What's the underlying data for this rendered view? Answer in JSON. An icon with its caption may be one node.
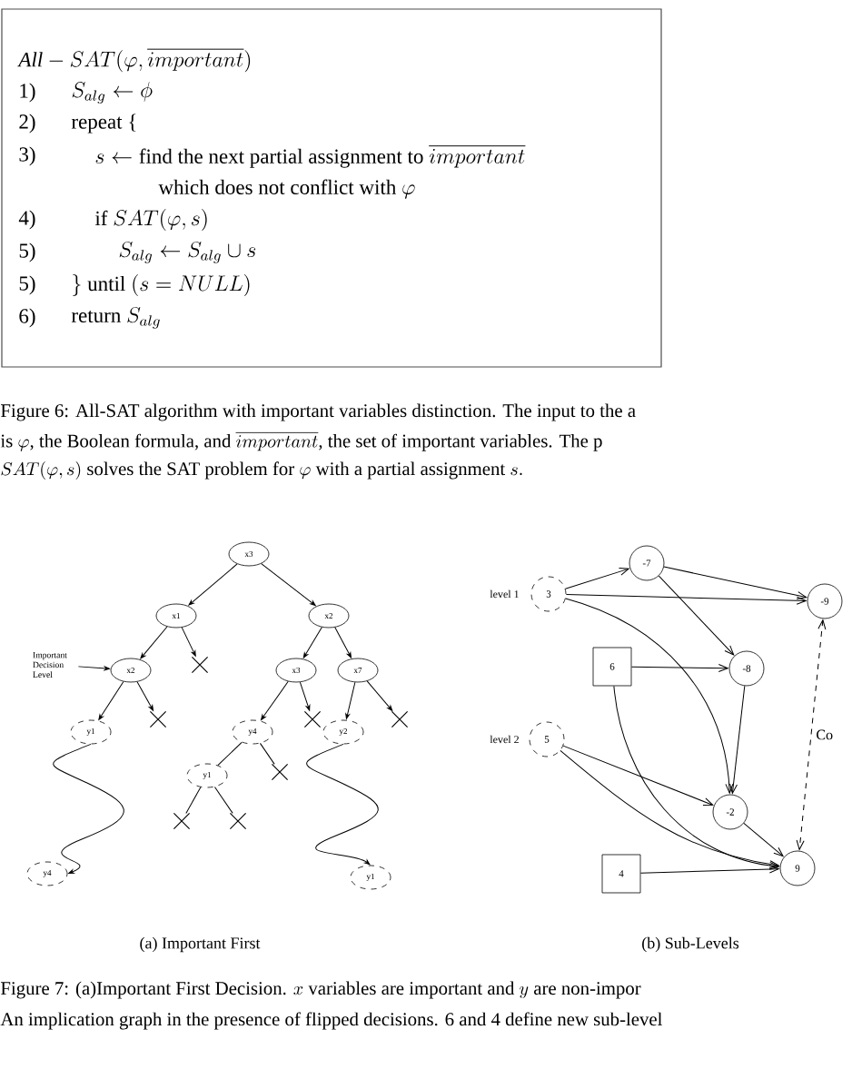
{
  "diagram": {
    "nodes": [
      {
        "text": [
          "x3"
        ]
      },
      {
        "text": [
          "x1"
        ]
      },
      {
        "text": [
          "x2"
        ]
      },
      {
        "text": [
          "Important Decision Level"
        ]
      },
      {
        "text": [
          "x2"
        ]
      },
      {
        "text": [],
        "shape": "cross"
      },
      {
        "text": [
          "x3"
        ]
      },
      {
        "text": [
          "x7"
        ]
      },
      {
        "text": [
          "y1"
        ]
      },
      {
        "text": [],
        "shape": "cross"
      },
      {
        "text": [
          "y4"
        ]
      },
      {
        "text": [],
        "shape": "cross"
      },
      {
        "text": [
          "y2"
        ]
      },
      {
        "text": [],
        "shape": "cross"
      },
      {
        "text": [
          "y1"
        ]
      },
      {
        "text": [],
        "shape": "cross"
      },
      {
        "text": [],
        "shape": "cross"
      },
      {
        "text": [],
        "shape": "cross"
      },
      {
        "text": [
          "y4"
        ]
      },
      {
        "text": [
          "y1"
        ]
      },
      {
        "text": [
          "-7"
        ]
      },
      {
        "text": [
          "3"
        ]
      },
      {
        "text": [
          "-9"
        ]
      },
      {
        "text": [
          "6"
        ]
      },
      {
        "text": [
          "-8"
        ]
      },
      {
        "text": [
          "5"
        ]
      },
      {
        "text": [
          "-2"
        ]
      },
      {
        "text": [
          "9"
        ]
      },
      {
        "text": [
          "4"
        ]
      }
    ],
    "edges": [
      {
        "from": 0,
        "to": 1,
        "arrow": "to"
      },
      {
        "from": 0,
        "to": 2,
        "arrow": "to"
      },
      {
        "from": 1,
        "to": 4,
        "arrow": "to"
      },
      {
        "from": 1,
        "to": 5,
        "arrow": "to"
      },
      {
        "from": 2,
        "to": 6,
        "arrow": "to"
      },
      {
        "from": 2,
        "to": 7,
        "arrow": "to"
      },
      {
        "from": 3,
        "to": 4,
        "arrow": "to"
      },
      {
        "from": 4,
        "to": 8,
        "arrow": "to"
      },
      {
        "from": 4,
        "to": 9,
        "arrow": "to"
      },
      {
        "from": 6,
        "to": 10,
        "arrow": "to"
      },
      {
        "from": 6,
        "to": 11,
        "arrow": "to"
      },
      {
        "from": 7,
        "to": 12,
        "arrow": "to"
      },
      {
        "from": 7,
        "to": 13,
        "arrow": "to"
      },
      {
        "from": 10,
        "to": 14,
        "arrow": "none"
      },
      {
        "from": 10,
        "to": 15,
        "arrow": "none"
      },
      {
        "from": 14,
        "to": 16,
        "arrow": "none"
      },
      {
        "from": 14,
        "to": 17,
        "arrow": "none"
      },
      {
        "from": 8,
        "to": 18,
        "arrow": "to"
      },
      {
        "from": 12,
        "to": 19,
        "arrow": "to"
      },
      {
        "from": 21,
        "to": 20,
        "arrow": "to"
      },
      {
        "from": 21,
        "to": 22,
        "arrow": "to"
      },
      {
        "from": 21,
        "to": 26,
        "arrow": "to"
      },
      {
        "from": 20,
        "to": 22,
        "arrow": "to"
      },
      {
        "from": 20,
        "to": 24,
        "arrow": "to"
      },
      {
        "from": 23,
        "to": 24,
        "arrow": "to"
      },
      {
        "from": 23,
        "to": 27,
        "arrow": "to"
      },
      {
        "from": 24,
        "to": 26,
        "arrow": "to"
      },
      {
        "from": 25,
        "to": 26,
        "arrow": "to"
      },
      {
        "from": 25,
        "to": 27,
        "arrow": "to"
      },
      {
        "from": 26,
        "to": 27,
        "arrow": "to"
      },
      {
        "from": 28,
        "to": 27,
        "arrow": "to"
      },
      {
        "from": 22,
        "to": 27,
        "arrow": "both",
        "style": "dashed",
        "label": "Co"
      }
    ],
    "labels": [
      "\\mathit{All}-SAT(\\varphi,\\overline{important})",
      "1)",
      "S_{alg} \\leftarrow \\phi",
      "2)",
      "repeat {",
      "3)",
      "s \\leftarrow \\text{find the next partial assignment to } \\overline{important}",
      "\\text{which does not conflict with } \\varphi",
      "4)",
      "\\text{if } SAT(\\varphi,s)",
      "5)",
      "S_{alg} \\leftarrow S_{alg} \\cup s",
      "5)",
      "\\}\\text{ until }(s=NULL)",
      "6)",
      "\\text{return } S_{alg}",
      "Figure 6: All-SAT algorithm with important variables distinction. The input to the a",
      "\\text{is } \\varphi\\text{, the Boolean formula, and } \\overline{important}\\text{, the set of important variables. The p}",
      "SAT(\\varphi,s)\\text{ solves the SAT problem for }\\varphi\\text{ with a partial assignment }s.",
      "level 1",
      "level 2",
      "(a) Important First",
      "(b) Sub-Levels",
      "\\text{Figure 7: (a)Important First Decision. }x\\text{ variables are important and }y\\text{ are non-impor}",
      "An implication graph in the presence of flipped decisions. 6 and 4 define new sub-level"
    ]
  }
}
